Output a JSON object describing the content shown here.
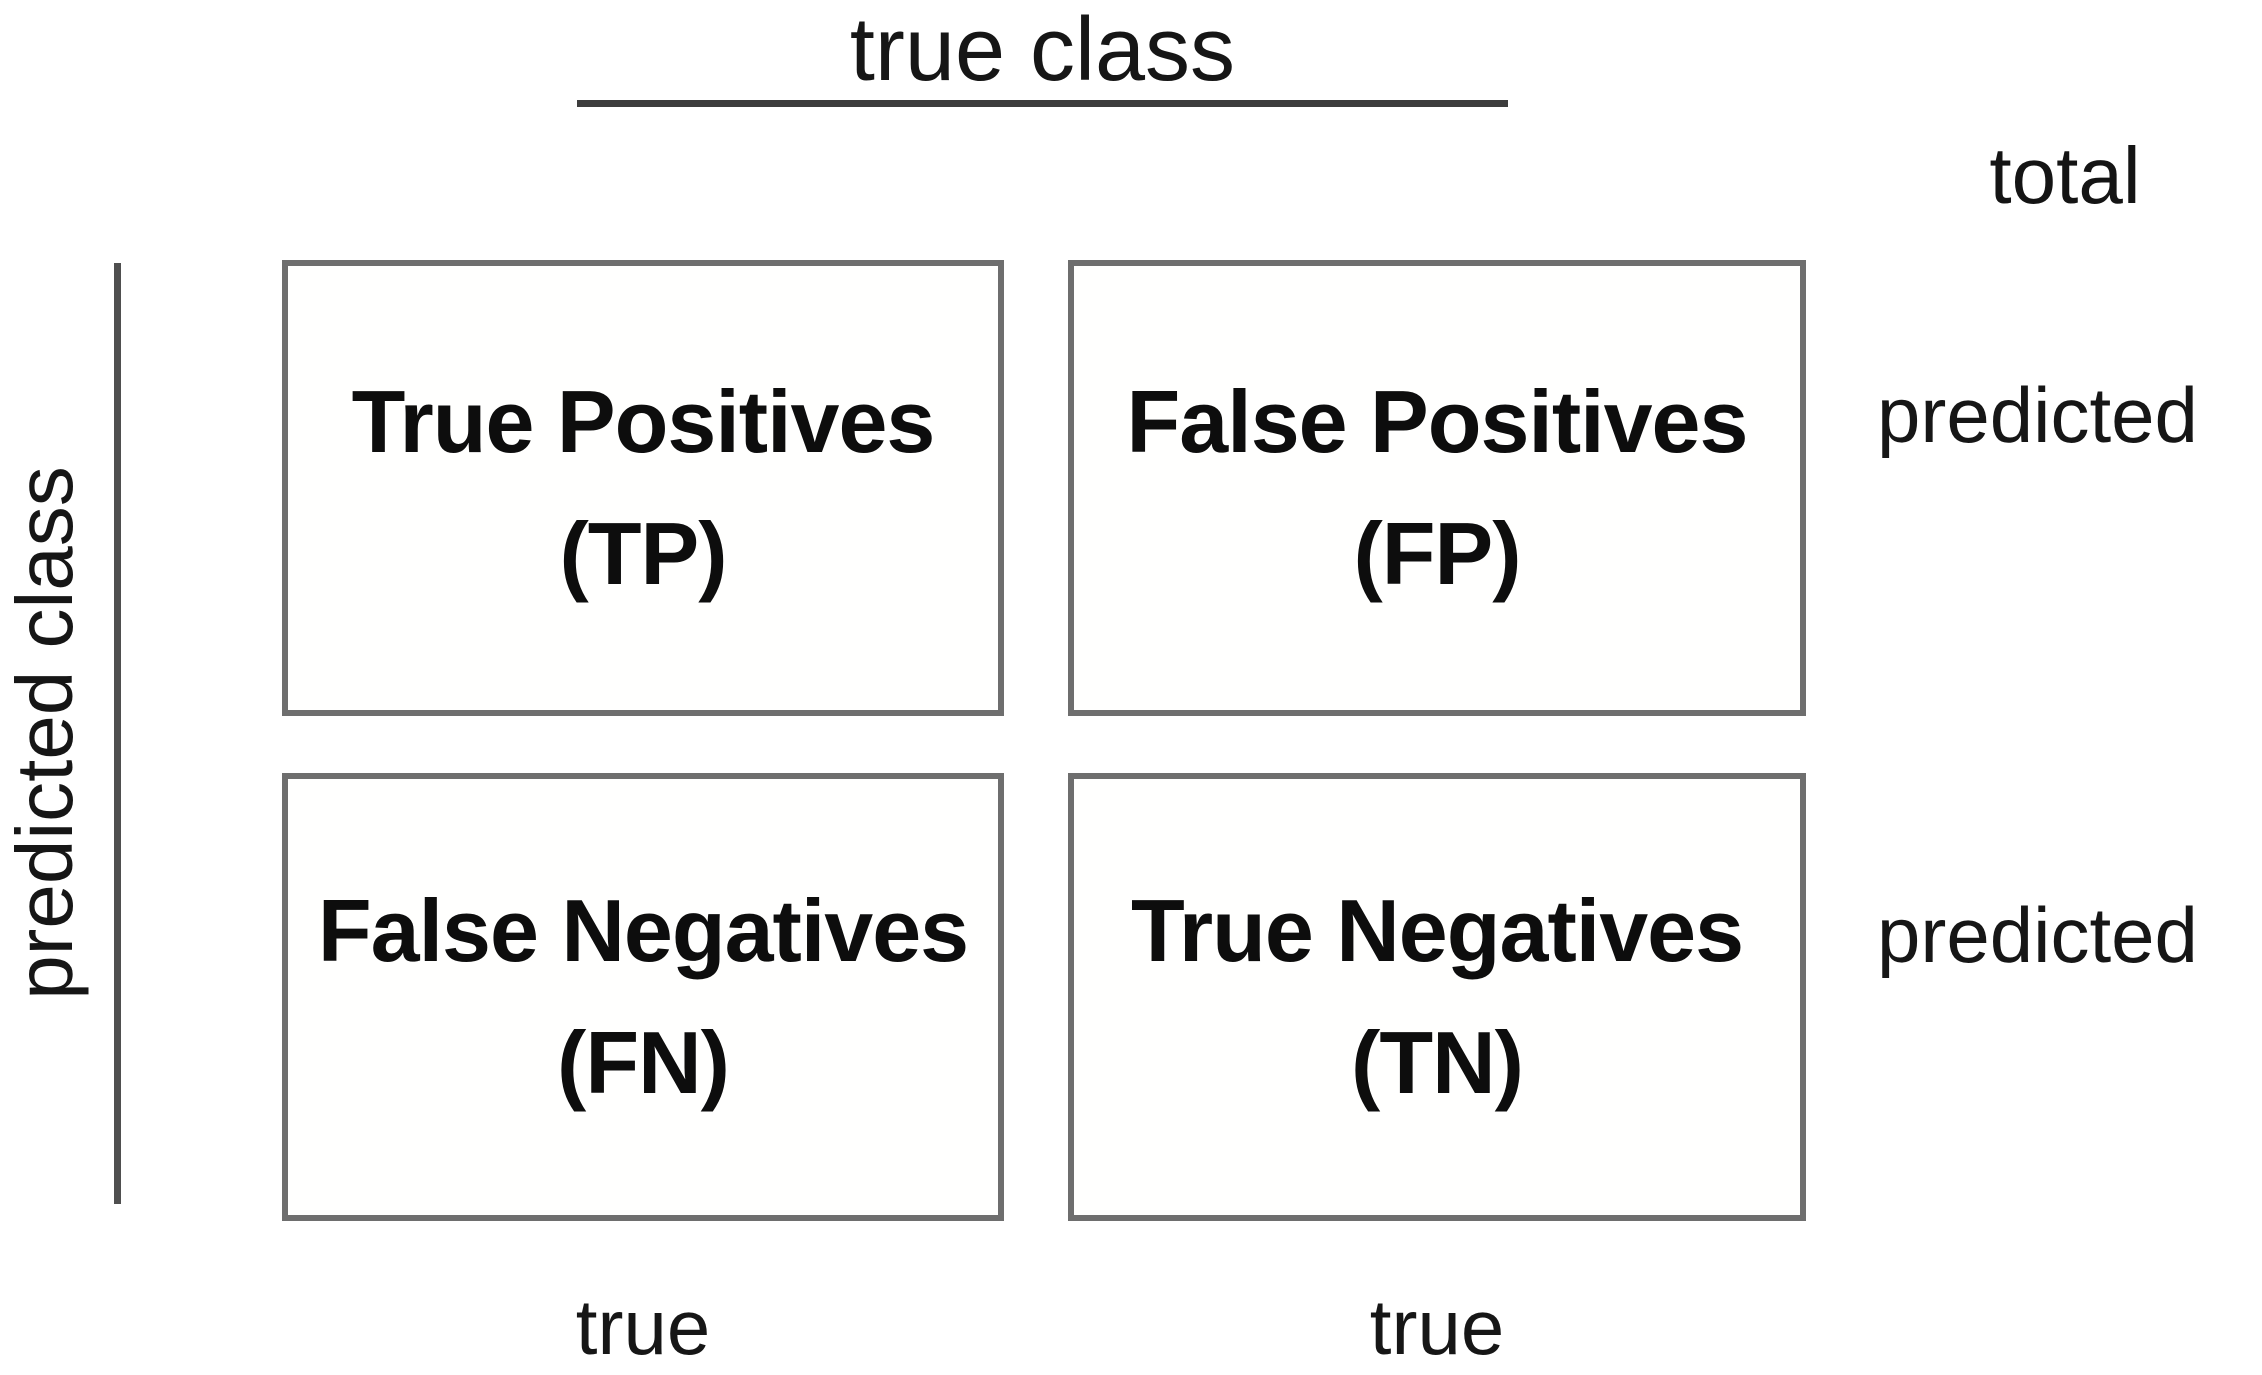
{
  "figure": {
    "top_axis": {
      "label": "true class"
    },
    "left_axis": {
      "label": "predicted class"
    },
    "corner": {
      "total_label": "total"
    },
    "cells": {
      "tp": {
        "name": "True Positives",
        "abbr": "(TP)"
      },
      "fp": {
        "name": "False Positives",
        "abbr": "(FP)"
      },
      "fn": {
        "name": "False Negatives",
        "abbr": "(FN)"
      },
      "tn": {
        "name": "True Negatives",
        "abbr": "(TN)"
      }
    },
    "right_labels": {
      "row1": "predicted",
      "row2": "predicted"
    },
    "bottom_labels": {
      "col1": "true",
      "col2": "true"
    },
    "colors": {
      "background": "#ffffff",
      "text": "#141414",
      "cell_text": "#0d0d0d",
      "box_border": "#6e6e6e",
      "top_axis_line": "#3d3d3d",
      "left_axis_line": "#4f4f4f"
    }
  }
}
